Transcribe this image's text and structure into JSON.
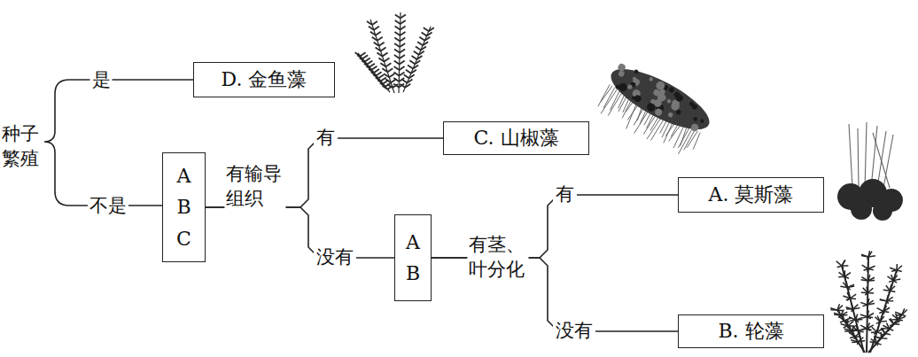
{
  "diagram": {
    "nodes": [
      {
        "text": [
          "D. 金鱼藻"
        ]
      },
      {
        "text": [
          "A B C"
        ]
      },
      {
        "text": [
          "C. 山椒藻"
        ]
      },
      {
        "text": [
          "A B"
        ]
      },
      {
        "text": [
          "A. 莫斯藻"
        ]
      },
      {
        "text": [
          "B. 轮藻"
        ]
      }
    ],
    "edges": [
      {
        "from": 1,
        "to": 2,
        "arrow": "none",
        "label": "有"
      },
      {
        "from": 1,
        "to": 3,
        "arrow": "none",
        "label": "没有"
      },
      {
        "from": 3,
        "to": 4,
        "arrow": "none",
        "label": "有"
      },
      {
        "from": 3,
        "to": 5,
        "arrow": "none",
        "label": "没有"
      }
    ],
    "labels": [
      "种子繁殖",
      "是",
      "不是",
      "有输导组织",
      "有茎、叶分化"
    ]
  }
}
